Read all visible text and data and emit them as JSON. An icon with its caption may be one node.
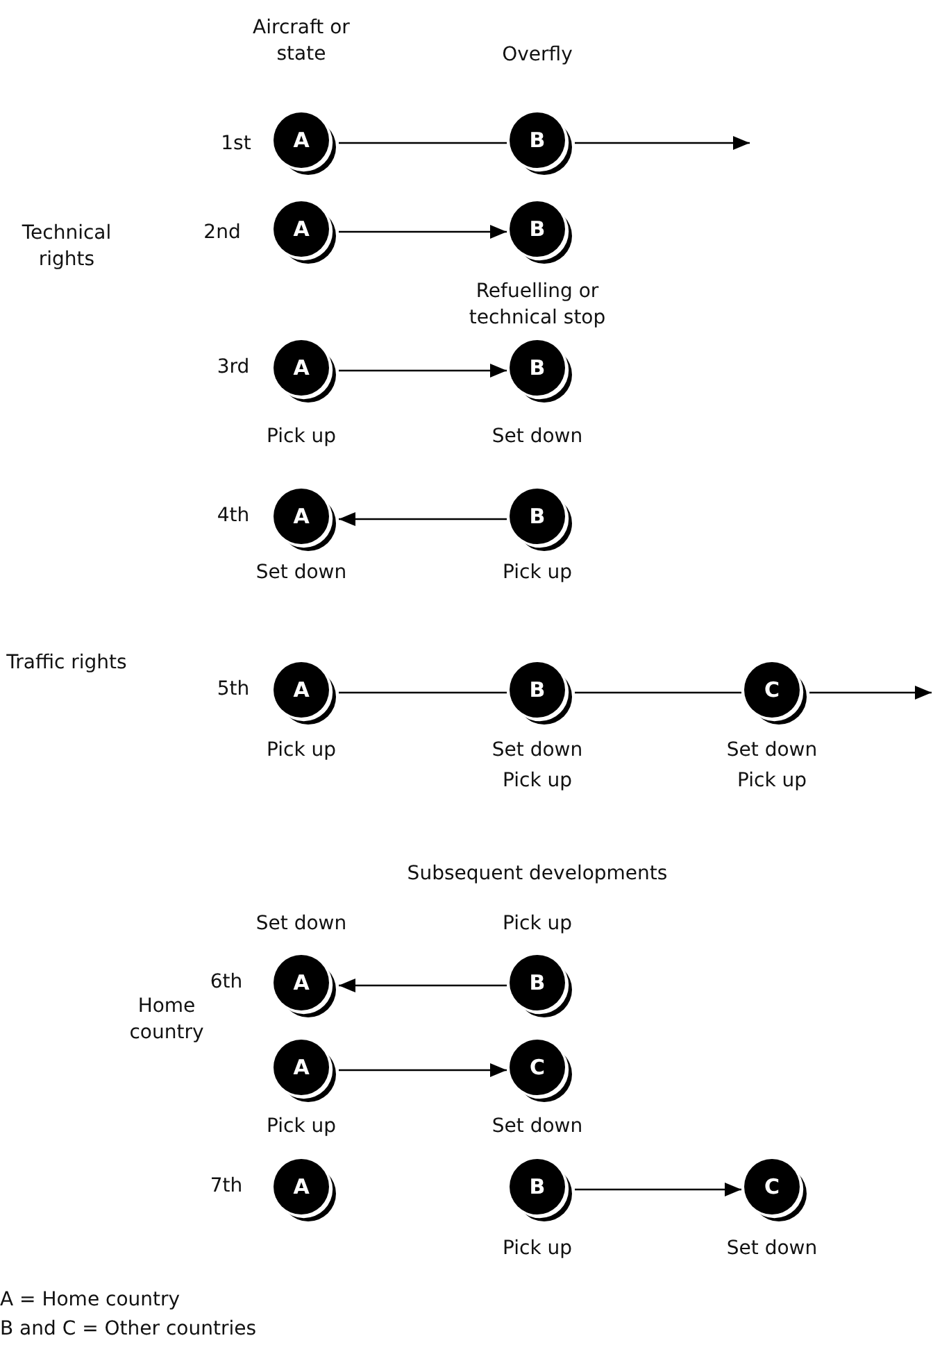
{
  "diagram": {
    "nodes": [
      {
        "text": [
          "A"
        ],
        "beside": [
          "Aircraft or state"
        ]
      },
      {
        "text": [
          "B"
        ],
        "beside": [
          "Overfly"
        ]
      },
      {
        "text": [
          "A"
        ]
      },
      {
        "text": [
          "B"
        ],
        "beside": [
          "Refuelling or technical stop"
        ]
      },
      {
        "text": [
          "A"
        ],
        "beside": [
          "Pick up"
        ]
      },
      {
        "text": [
          "B"
        ],
        "beside": [
          "Set down"
        ]
      },
      {
        "text": [
          "A"
        ],
        "beside": [
          "Set down"
        ]
      },
      {
        "text": [
          "B"
        ],
        "beside": [
          "Pick up"
        ]
      },
      {
        "text": [
          "A"
        ],
        "beside": [
          "Pick up"
        ]
      },
      {
        "text": [
          "B"
        ],
        "beside": [
          "Set down",
          "Pick up"
        ]
      },
      {
        "text": [
          "C"
        ],
        "beside": [
          "Set down",
          "Pick up"
        ]
      },
      {
        "text": [
          "A"
        ],
        "beside": [
          "Set down"
        ]
      },
      {
        "text": [
          "B"
        ],
        "beside": [
          "Pick up"
        ]
      },
      {
        "text": [
          "A"
        ],
        "beside": [
          "Pick up"
        ]
      },
      {
        "text": [
          "C"
        ],
        "beside": [
          "Set down"
        ]
      },
      {
        "text": [
          "A"
        ]
      },
      {
        "text": [
          "B"
        ],
        "beside": [
          "Pick up"
        ]
      },
      {
        "text": [
          "C"
        ],
        "beside": [
          "Set down"
        ]
      }
    ],
    "edges": [
      {
        "from": 0,
        "to": 1,
        "arrow": "none"
      },
      {
        "from": 1,
        "to": null,
        "arrow": "to"
      },
      {
        "from": 2,
        "to": 3,
        "arrow": "to"
      },
      {
        "from": 4,
        "to": 5,
        "arrow": "to"
      },
      {
        "from": 7,
        "to": 6,
        "arrow": "to"
      },
      {
        "from": 8,
        "to": 9,
        "arrow": "none"
      },
      {
        "from": 9,
        "to": 10,
        "arrow": "none"
      },
      {
        "from": 10,
        "to": null,
        "arrow": "to"
      },
      {
        "from": 12,
        "to": 11,
        "arrow": "to"
      },
      {
        "from": 13,
        "to": 14,
        "arrow": "to"
      },
      {
        "from": 16,
        "to": 17,
        "arrow": "to"
      }
    ],
    "labels": [
      "1st",
      "Technical rights",
      "2nd",
      "3rd",
      "4th",
      "Traffic rights",
      "5th",
      "Subsequent developments",
      "6th",
      "Home country",
      "7th",
      "A = Home country",
      "B and C = Other countries"
    ]
  }
}
